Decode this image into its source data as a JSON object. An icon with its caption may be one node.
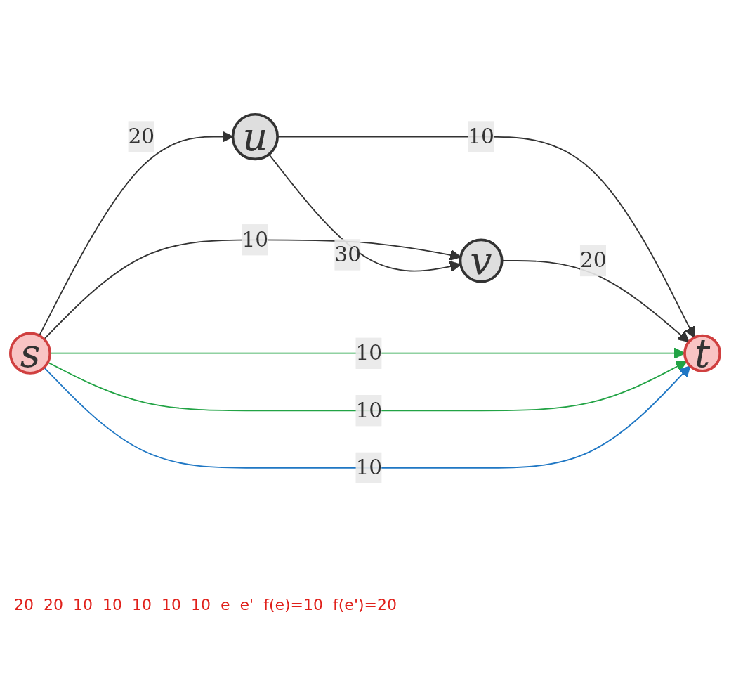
{
  "diagram": {
    "nodes": [
      {
        "text": [
          "s"
        ]
      },
      {
        "text": [
          "u"
        ]
      },
      {
        "text": [
          "v"
        ]
      },
      {
        "text": [
          "t"
        ]
      }
    ],
    "edges": [
      {
        "from": 0,
        "to": 1,
        "arrow": "to",
        "label": "20"
      },
      {
        "from": 0,
        "to": 2,
        "arrow": "to",
        "label": "10"
      },
      {
        "from": 1,
        "to": 2,
        "arrow": "to",
        "label": "30"
      },
      {
        "from": 1,
        "to": 3,
        "arrow": "to",
        "label": "10"
      },
      {
        "from": 2,
        "to": 3,
        "arrow": "to",
        "label": "20"
      },
      {
        "from": 0,
        "to": 3,
        "arrow": "to",
        "label": "10",
        "color": "#22a345"
      },
      {
        "from": 0,
        "to": 3,
        "arrow": "to",
        "label": "10",
        "color": "#22a345"
      },
      {
        "from": 0,
        "to": 3,
        "arrow": "to",
        "label": "10",
        "color": "#1f77c4"
      }
    ],
    "labels": [
      "20",
      "20",
      "10",
      "10",
      "10",
      "10",
      "10",
      "e",
      "e'",
      "f(e)=10",
      "f(e')=20"
    ]
  }
}
